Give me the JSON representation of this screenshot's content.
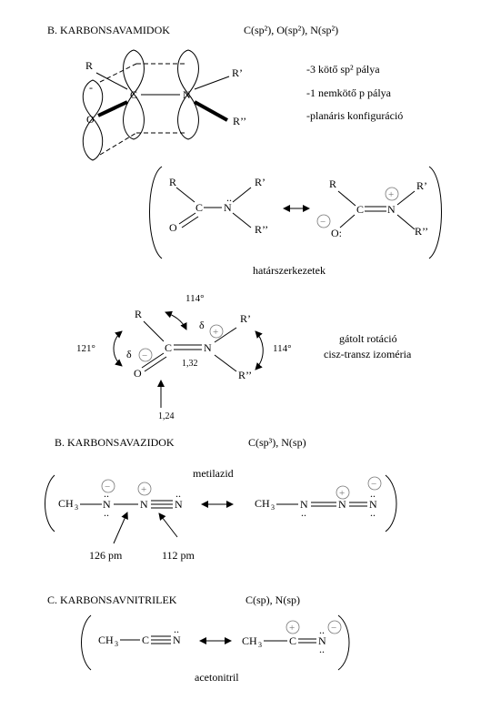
{
  "section_b": {
    "title": "B. KARBONSAVAMIDOK",
    "hybrid": "C(sp²), O(sp²), N(sp²)",
    "orbital": {
      "r": "R",
      "r1": "R’",
      "r2": "R’’",
      "c": "C",
      "n": "N",
      "o": "O",
      "minus": "-"
    },
    "notes": [
      "-3 kötő sp² pálya",
      "-1 nemkötő p pálya",
      "-planáris konfiguráció"
    ],
    "res1": {
      "r": "R",
      "c": "C",
      "n": "N",
      "r1": "R’",
      "r2": "R’’",
      "o": "O"
    },
    "res2": {
      "r": "R",
      "c": "C",
      "n": "N",
      "r1": "R’",
      "r2": "R’’",
      "o": "O:"
    },
    "caption": "határszerkezetek",
    "geom": {
      "angle_top": "114°",
      "angle_left": "121°",
      "angle_right": "114°",
      "delta": "δ",
      "r": "R",
      "r1": "R’",
      "r2": "R’’",
      "c": "C",
      "n": "N",
      "o": "O",
      "bond_cn": "1,32",
      "bond_co": "1,24"
    },
    "rotation_note": [
      "gátolt rotáció",
      "cisz-transz izoméria"
    ]
  },
  "section_azide": {
    "title": "B. KARBONSAVAZIDOK",
    "hybrid": "C(sp³), N(sp)",
    "name": "metilazid",
    "ch3": "CH",
    "sub3": "3",
    "n": "N",
    "dots": "..",
    "bond1": "126 pm",
    "bond2": "112 pm"
  },
  "section_nitrile": {
    "title": "C. KARBONSAVNITRILEK",
    "hybrid": "C(sp), N(sp)",
    "ch3": "CH",
    "sub3": "3",
    "c": "C",
    "n": "N",
    "dots": "..",
    "name": "acetonitril"
  },
  "charges": {
    "plus": "+",
    "minus": "−"
  }
}
